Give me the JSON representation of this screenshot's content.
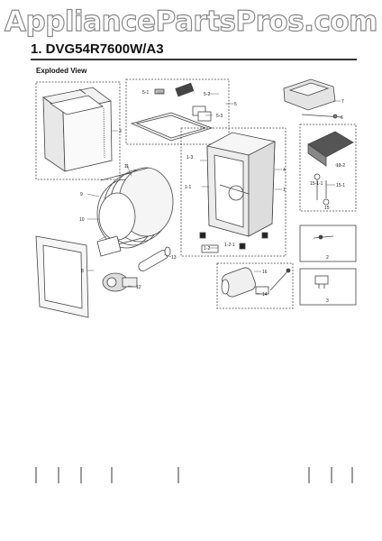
{
  "watermark": "AppliancePartsPros.com",
  "title": "1.  DVG54R7600W/A3",
  "subtitle": "Exploded View",
  "callouts": {
    "c1": "1",
    "c1_1": "1-1",
    "c1_2": "1-2",
    "c1_2_1": "1-2-1",
    "c1_3": "1-3",
    "c2": "2",
    "c3": "3",
    "c4": "4",
    "c5": "5",
    "c5_1": "5-1",
    "c5_2": "5-2",
    "c5_3": "5-3",
    "c6": "6",
    "c7": "7",
    "c8": "8",
    "c9": "9",
    "c10": "10",
    "c11": "11",
    "c12": "12",
    "c13": "13",
    "c13_2": "13-2",
    "c14": "14",
    "c15": "15",
    "c15_1": "15-1",
    "c15_1_1": "15-1-1",
    "c16": "16"
  }
}
